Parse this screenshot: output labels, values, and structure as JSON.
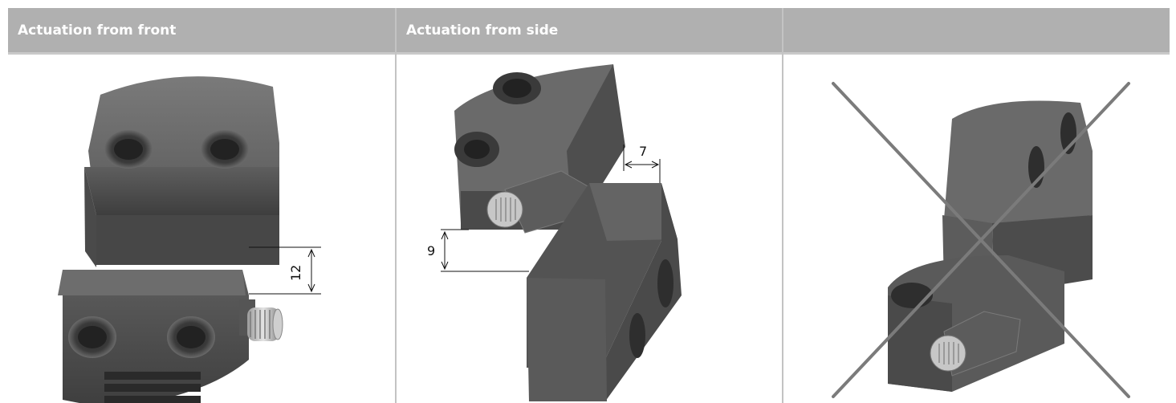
{
  "table": {
    "headers": [
      "Actuation from front",
      "Actuation from side",
      ""
    ]
  },
  "figures": {
    "front": {
      "dimension_label": "12"
    },
    "side": {
      "dimension_top_label": "7",
      "dimension_left_label": "9"
    },
    "not_allowed": {
      "icon": "cross-out-icon"
    }
  }
}
